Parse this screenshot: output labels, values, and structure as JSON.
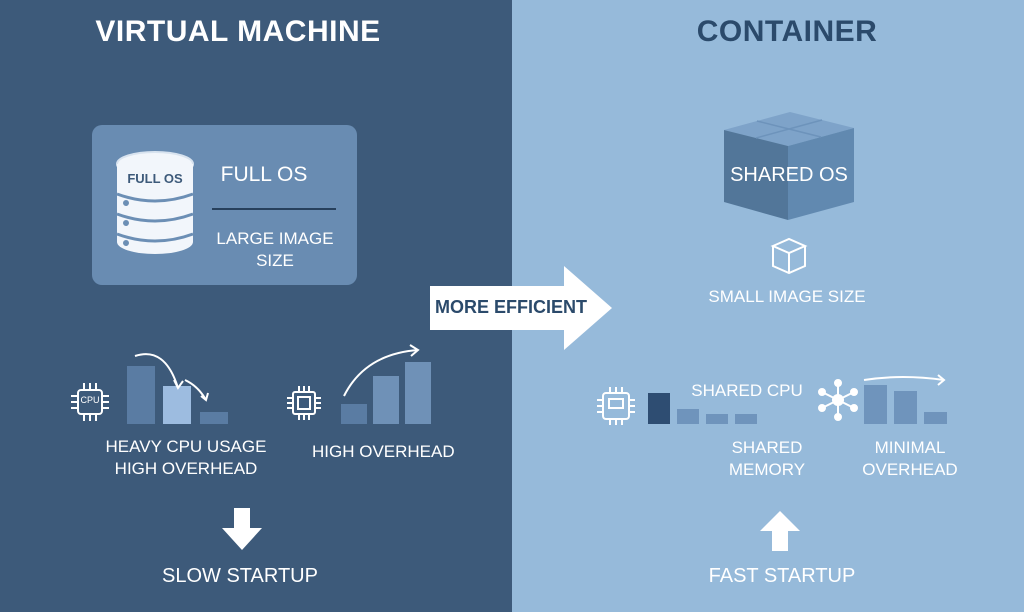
{
  "vm": {
    "title": "VIRTUAL MACHINE",
    "card_db_label": "FULL OS",
    "card_title": "FULL OS",
    "card_subtitle_line1": "LARGE IMAGE",
    "card_subtitle_line2": "SIZE",
    "cpu_icon_text": "CPU",
    "cpu_label_line1": "HEAVY CPU USAGE",
    "cpu_label_line2": "HIGH OVERHEAD",
    "overhead_label": "HIGH OVERHEAD",
    "startup_label": "SLOW STARTUP"
  },
  "container": {
    "title": "CONTAINER",
    "cube_label": "SHARED OS",
    "image_label": "SMALL IMAGE SIZE",
    "cpu_label": "SHARED CPU",
    "memory_label_line1": "SHARED",
    "memory_label_line2": "MEMORY",
    "overhead_label_line1": "MINIMAL",
    "overhead_label_line2": "OVERHEAD",
    "startup_label": "FAST STARTUP"
  },
  "middle_arrow_label": "MORE EFFICIENT",
  "colors": {
    "left_bg": "#3d5a7a",
    "right_bg": "#96bada",
    "left_title": "#ffffff",
    "right_title": "#2b4a6b",
    "arrow_fill": "#ffffff",
    "arrow_text": "#2b4a6b"
  },
  "icons": [
    "database-icon",
    "cpu-icon",
    "chip-icon",
    "down-arrow-icon",
    "cube-icon",
    "box-icon",
    "network-icon",
    "up-arrow-icon",
    "right-arrow-icon"
  ]
}
